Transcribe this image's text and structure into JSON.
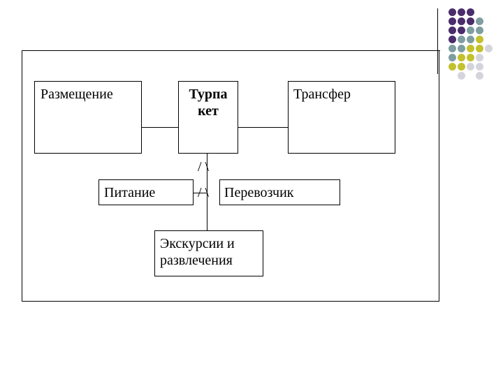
{
  "diagram": {
    "center": {
      "line1": "Турпа",
      "line2": "кет"
    },
    "accommodation": "Размещение",
    "transfer": "Трансфер",
    "meals": "Питание",
    "carrier": "Перевозчик",
    "excursions": {
      "line1": "Экскурсии и",
      "line2": "развлечения"
    },
    "slash_upper": "/ \\",
    "slash_lower": "/ \\"
  },
  "decoration": {
    "colors": {
      "purple": "#4a2d6b",
      "teal": "#7f9ea0",
      "olive": "#c3c12e",
      "light": "#d4d4dc"
    }
  }
}
